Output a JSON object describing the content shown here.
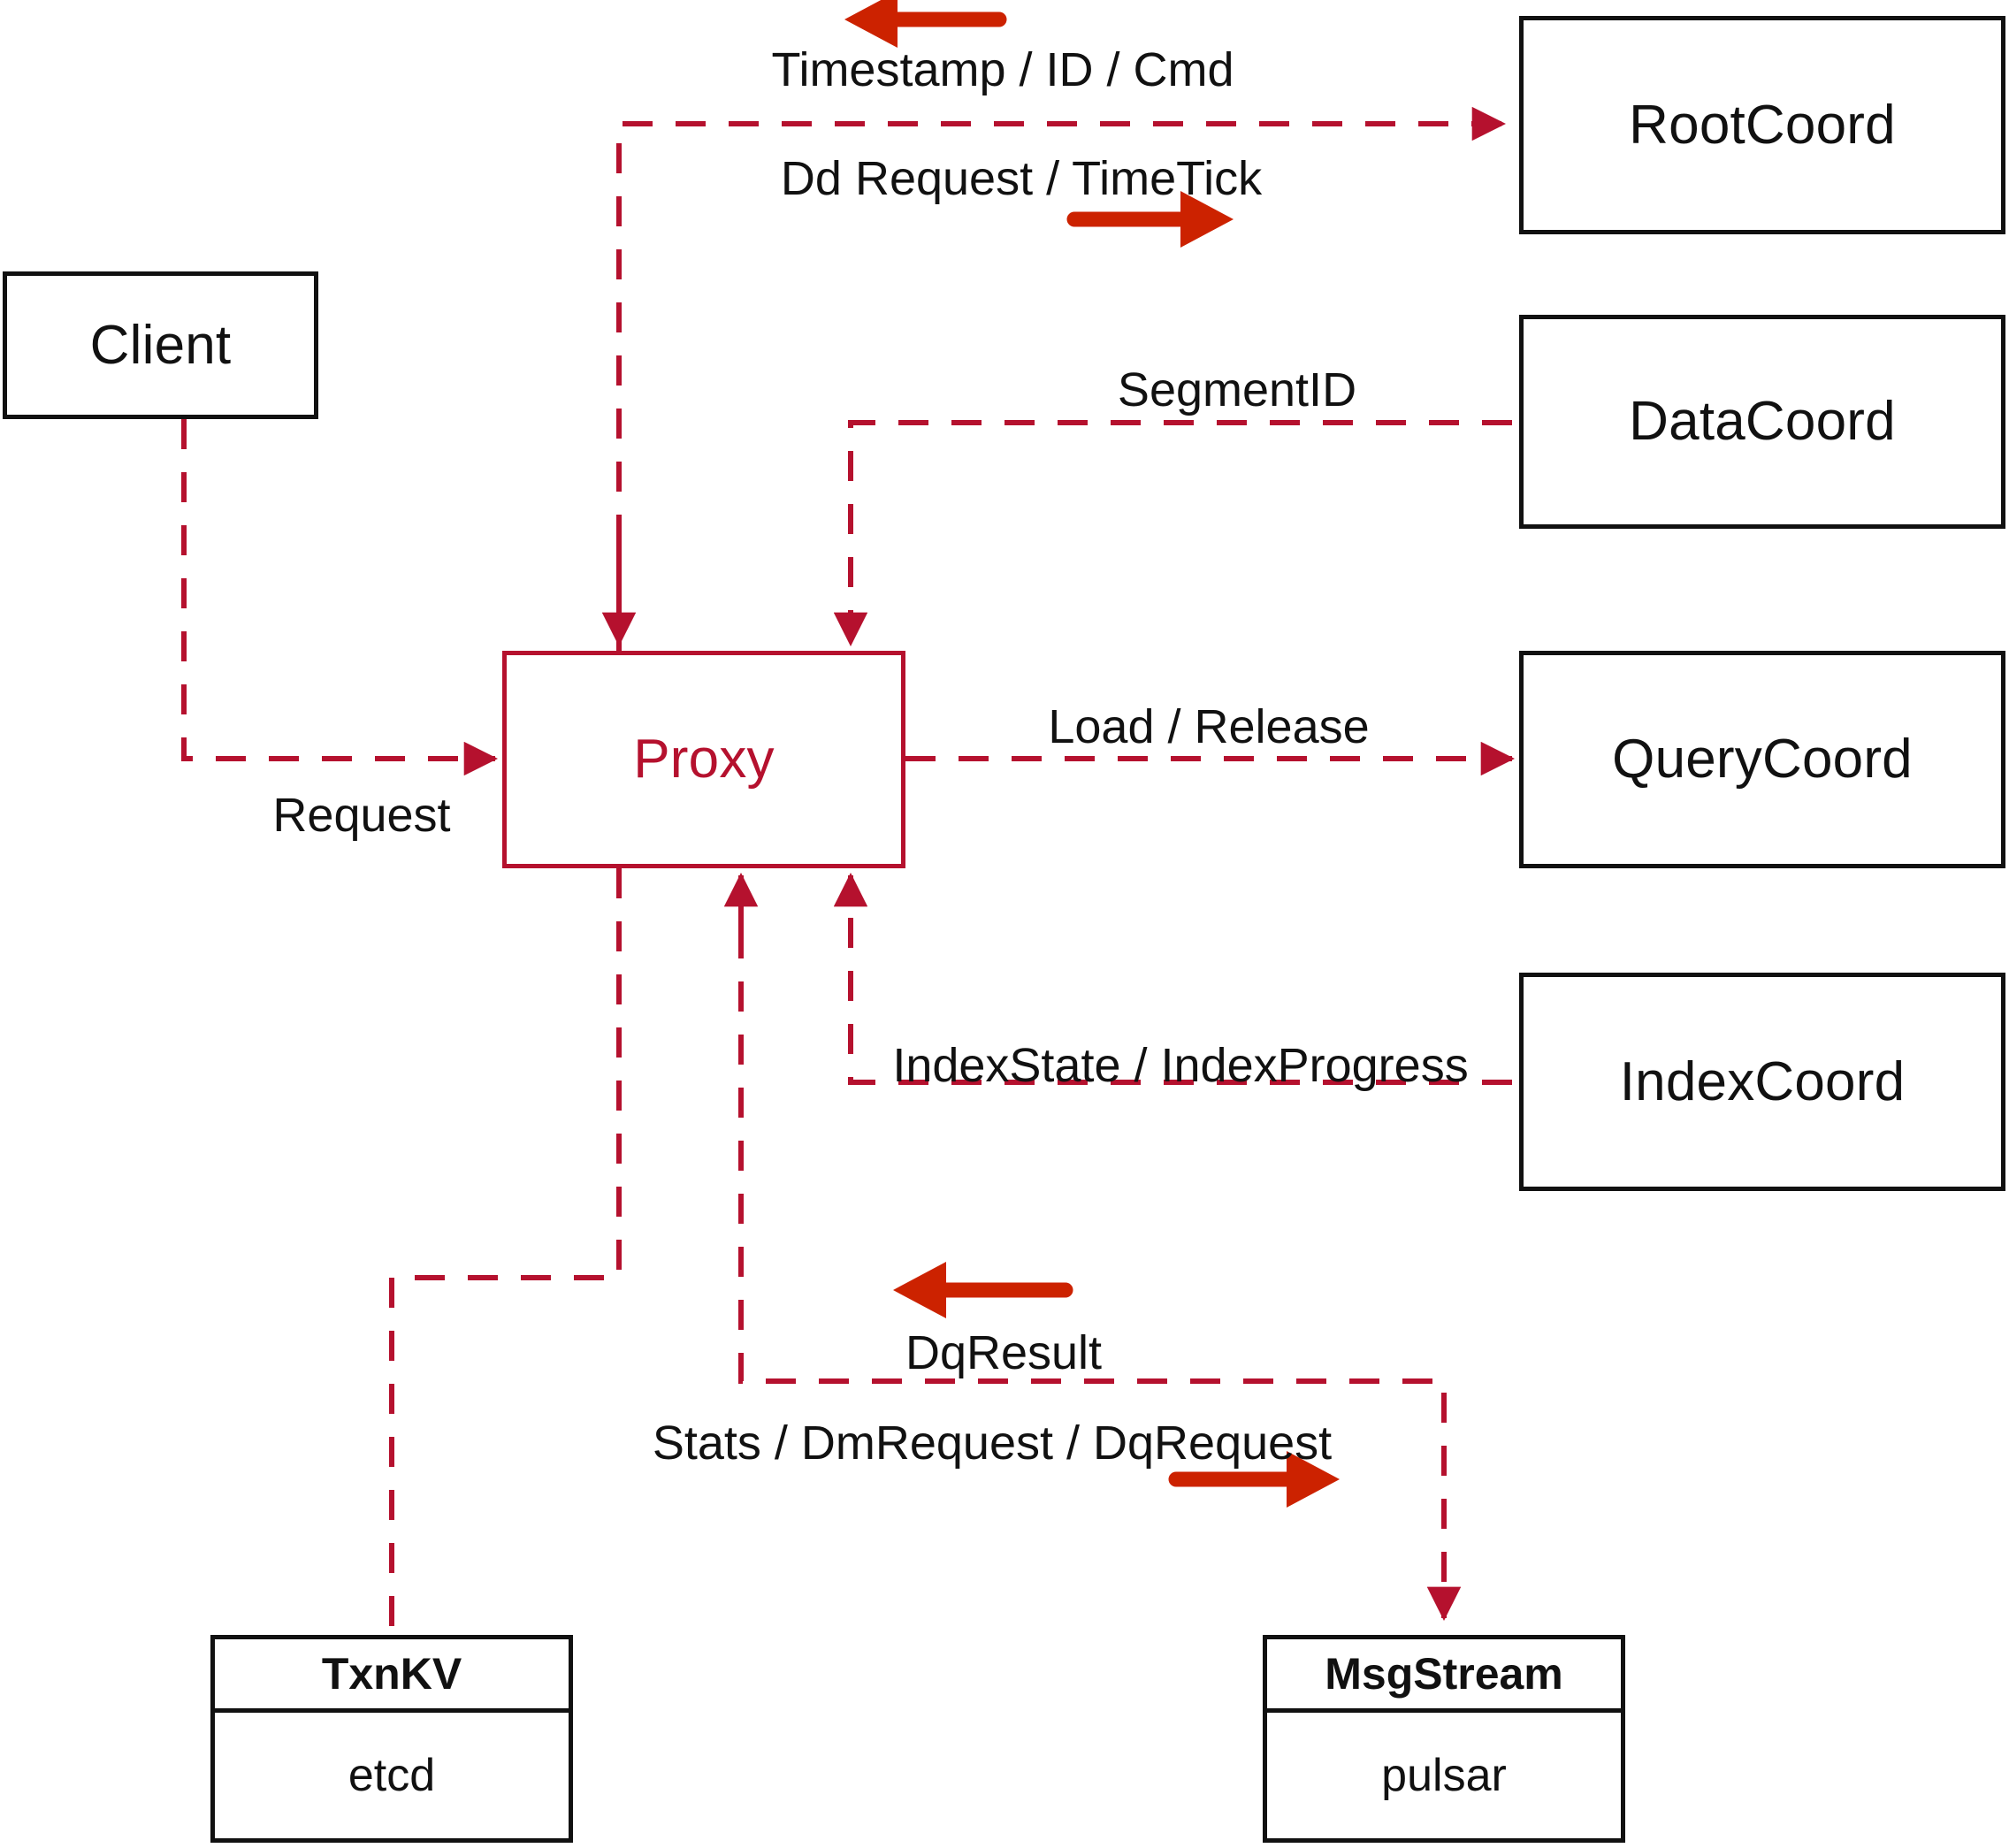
{
  "diagram": {
    "title": "Milvus Proxy interaction diagram",
    "accent_color": "#B5112E",
    "arrow_color": "#CC2200",
    "node_border_color": "#111111",
    "background": "#ffffff"
  },
  "nodes": {
    "client": {
      "label": "Client"
    },
    "proxy": {
      "label": "Proxy"
    },
    "root_coord": {
      "label": "RootCoord"
    },
    "data_coord": {
      "label": "DataCoord"
    },
    "query_coord": {
      "label": "QueryCoord"
    },
    "index_coord": {
      "label": "IndexCoord"
    },
    "txnkv": {
      "title": "TxnKV",
      "impl": "etcd"
    },
    "msgstream": {
      "title": "MsgStream",
      "impl": "pulsar"
    }
  },
  "edge_labels": {
    "timestamp_id_cmd": "Timestamp / ID / Cmd",
    "dd_request_timetick": "Dd Request / TimeTick",
    "segment_id": "SegmentID",
    "request": "Request",
    "load_release": "Load / Release",
    "index_state_progress": "IndexState / IndexProgress",
    "dq_result": "DqResult",
    "stats_dm_dq_request": "Stats / DmRequest / DqRequest"
  },
  "edges": [
    {
      "name": "proxy-to-rootcoord",
      "from": "proxy",
      "to": "root_coord",
      "labels": [
        "Timestamp / ID / Cmd",
        "Dd Request / TimeTick"
      ],
      "style": "dashed"
    },
    {
      "name": "datacoord-to-proxy",
      "from": "data_coord",
      "to": "proxy",
      "labels": [
        "SegmentID"
      ],
      "style": "dashed"
    },
    {
      "name": "client-to-proxy",
      "from": "client",
      "to": "proxy",
      "labels": [
        "Request"
      ],
      "style": "dashed"
    },
    {
      "name": "proxy-to-querycoord",
      "from": "proxy",
      "to": "query_coord",
      "labels": [
        "Load / Release"
      ],
      "style": "dashed"
    },
    {
      "name": "indexcoord-to-proxy",
      "from": "index_coord",
      "to": "proxy",
      "labels": [
        "IndexState / IndexProgress"
      ],
      "style": "dashed"
    },
    {
      "name": "proxy-to-txnkv",
      "from": "proxy",
      "to": "txnkv",
      "labels": [],
      "style": "dashed"
    },
    {
      "name": "proxy-msgstream",
      "from": "proxy",
      "to": "msgstream",
      "labels": [
        "DqResult",
        "Stats / DmRequest / DqRequest"
      ],
      "style": "dashed"
    }
  ]
}
